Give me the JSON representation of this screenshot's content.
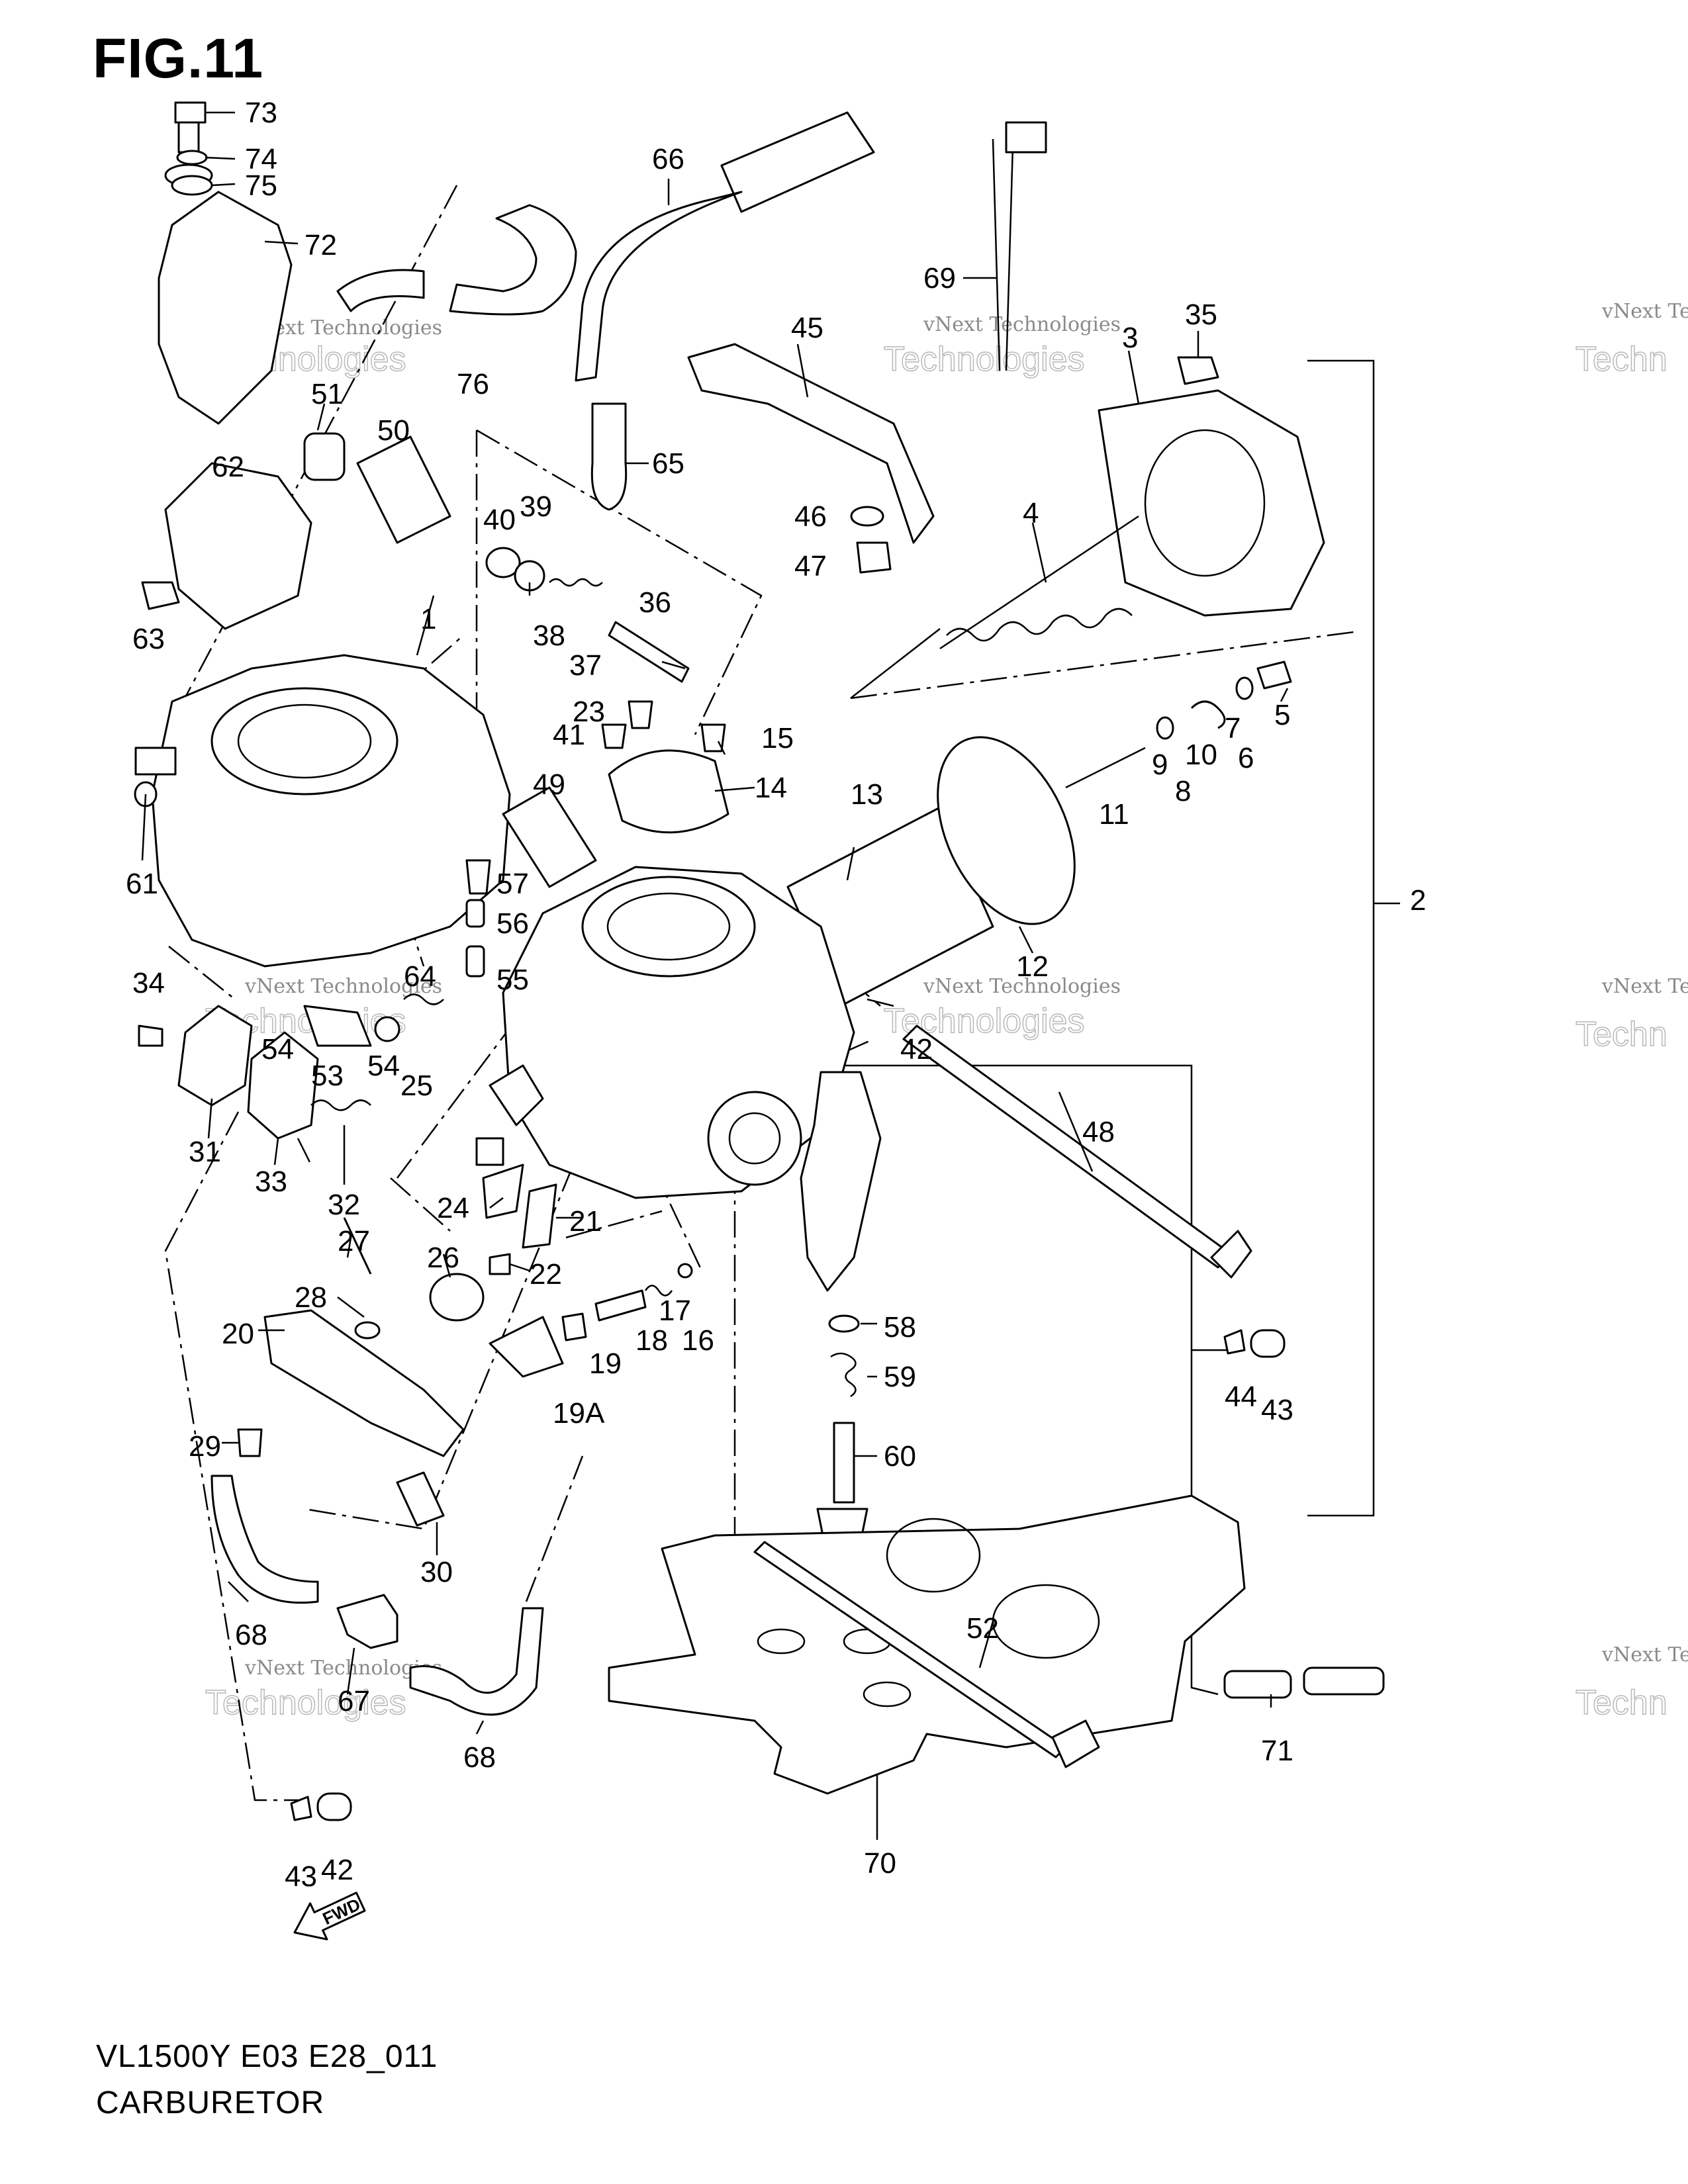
{
  "title": "FIG.11",
  "footer": {
    "model": "VL1500Y E03 E28_011",
    "name": "CARBURETOR"
  },
  "fwd_label": "FWD",
  "watermark": {
    "line1": "vNext Technologies",
    "line2": "Technologies",
    "line2_partial": "Techn"
  },
  "callouts": [
    "1",
    "2",
    "3",
    "4",
    "5",
    "6",
    "7",
    "8",
    "9",
    "10",
    "11",
    "12",
    "13",
    "14",
    "15",
    "16",
    "17",
    "18",
    "19",
    "19A",
    "20",
    "21",
    "22",
    "23",
    "24",
    "25",
    "26",
    "27",
    "28",
    "29",
    "30",
    "31",
    "32",
    "33",
    "34",
    "35",
    "36",
    "37",
    "38",
    "39",
    "40",
    "41",
    "42",
    "43",
    "44",
    "45",
    "46",
    "47",
    "48",
    "49",
    "50",
    "51",
    "52",
    "53",
    "54",
    "55",
    "56",
    "57",
    "58",
    "59",
    "60",
    "61",
    "62",
    "63",
    "64",
    "65",
    "66",
    "67",
    "68",
    "69",
    "70",
    "71",
    "72",
    "73",
    "74",
    "75",
    "76"
  ]
}
